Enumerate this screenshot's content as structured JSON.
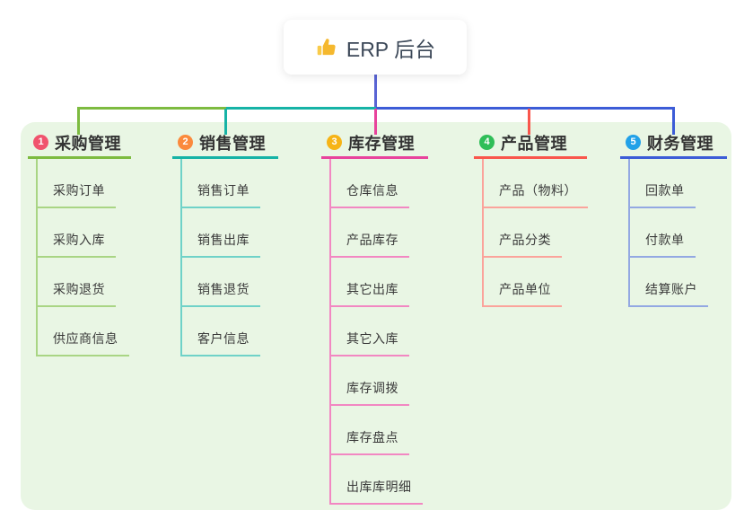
{
  "root": {
    "title": "ERP 后台",
    "icon": "thumbs-up-icon"
  },
  "connector": {
    "root_line_color": "#5964d4"
  },
  "canvas": {
    "panel_color": "#e9f6e4"
  },
  "branches": [
    {
      "index": "1",
      "title": "采购管理",
      "badge_color": "#f0536d",
      "line_color": "#7dbb40",
      "child_line_color": "#a9d584",
      "children": [
        "采购订单",
        "采购入库",
        "采购退货",
        "供应商信息"
      ]
    },
    {
      "index": "2",
      "title": "销售管理",
      "badge_color": "#fb8a3c",
      "line_color": "#16b3a6",
      "child_line_color": "#6fd2c8",
      "children": [
        "销售订单",
        "销售出库",
        "销售退货",
        "客户信息"
      ]
    },
    {
      "index": "3",
      "title": "库存管理",
      "badge_color": "#f6b416",
      "line_color": "#e8439c",
      "child_line_color": "#f287c2",
      "children": [
        "仓库信息",
        "产品库存",
        "其它出库",
        "其它入库",
        "库存调拨",
        "库存盘点",
        "出库库明细"
      ]
    },
    {
      "index": "4",
      "title": "产品管理",
      "badge_color": "#2fbe58",
      "line_color": "#f9564c",
      "child_line_color": "#fba39b",
      "children": [
        "产品（物料）",
        "产品分类",
        "产品单位"
      ]
    },
    {
      "index": "5",
      "title": "财务管理",
      "badge_color": "#22a1e8",
      "line_color": "#3c5cd7",
      "child_line_color": "#93a8e2",
      "children": [
        "回款单",
        "付款单",
        "结算账户"
      ]
    }
  ]
}
